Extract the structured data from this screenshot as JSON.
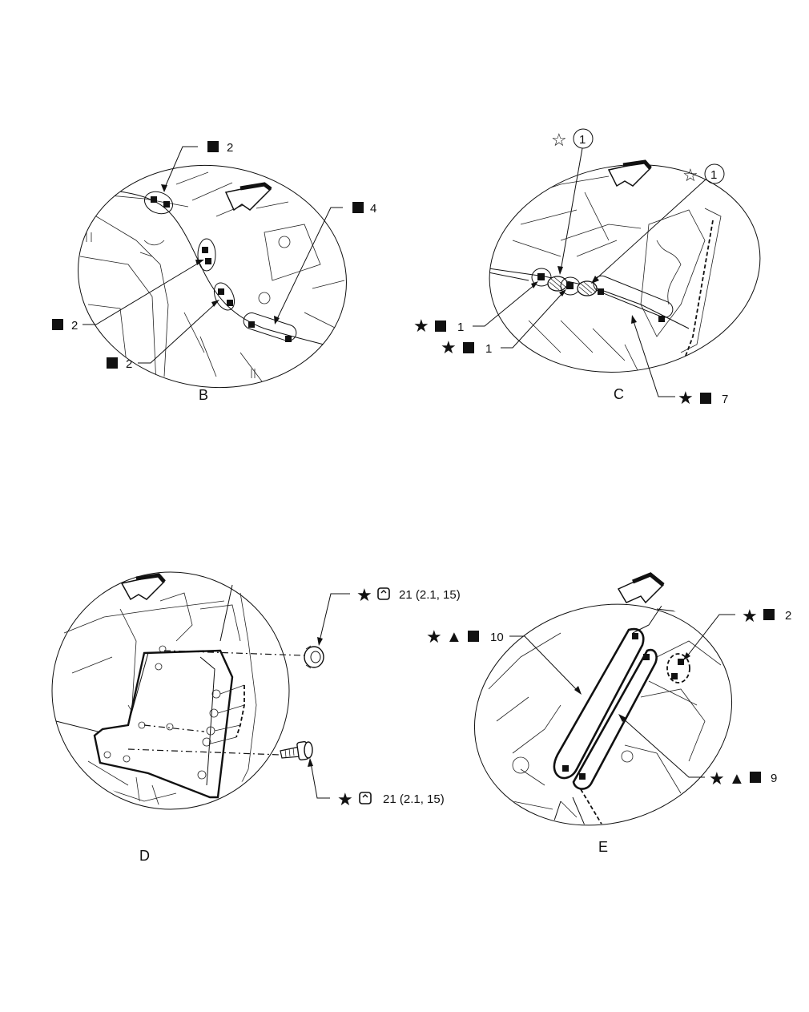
{
  "views": {
    "B": {
      "label": "B",
      "callouts": [
        {
          "value": "2"
        },
        {
          "value": "4"
        },
        {
          "value": "2"
        },
        {
          "value": "2"
        }
      ]
    },
    "C": {
      "label": "C",
      "callouts": [
        {
          "circled": "1"
        },
        {
          "circled": "1"
        },
        {
          "value": "1"
        },
        {
          "value": "1"
        },
        {
          "value": "7"
        }
      ]
    },
    "D": {
      "label": "D",
      "callouts": [
        {
          "value": "21 (2.1, 15)"
        },
        {
          "value": "21 (2.1, 15)"
        }
      ]
    },
    "E": {
      "label": "E",
      "callouts": [
        {
          "value": "2"
        },
        {
          "value": "10"
        },
        {
          "value": "9"
        }
      ]
    }
  },
  "symbols": {
    "filled_star": "★",
    "outline_star": "☆",
    "triangle": "▲"
  }
}
